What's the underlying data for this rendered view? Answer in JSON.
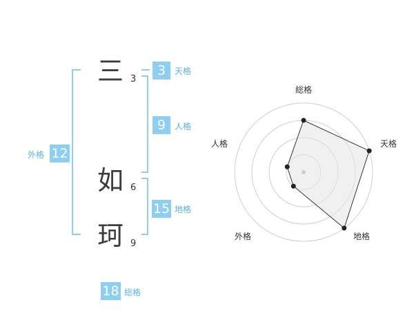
{
  "characters": [
    {
      "char": "三",
      "strokes": "3"
    },
    {
      "char": "如",
      "strokes": "6"
    },
    {
      "char": "珂",
      "strokes": "9"
    }
  ],
  "fortunes": {
    "tenkaku": {
      "label": "天格",
      "value": "3"
    },
    "jinkaku": {
      "label": "人格",
      "value": "9"
    },
    "chikaku": {
      "label": "地格",
      "value": "15"
    },
    "gaikaku": {
      "label": "外格",
      "value": "12"
    },
    "soukaku": {
      "label": "総格",
      "value": "18"
    }
  },
  "colors": {
    "accent": "#8ccff2",
    "bracket": "#8ccff2"
  },
  "chart_data": {
    "type": "radar",
    "axes": [
      "総格",
      "天格",
      "地格",
      "外格",
      "人格"
    ],
    "rings": 4,
    "values": [
      3,
      4,
      4,
      1,
      1
    ],
    "max": 4
  }
}
